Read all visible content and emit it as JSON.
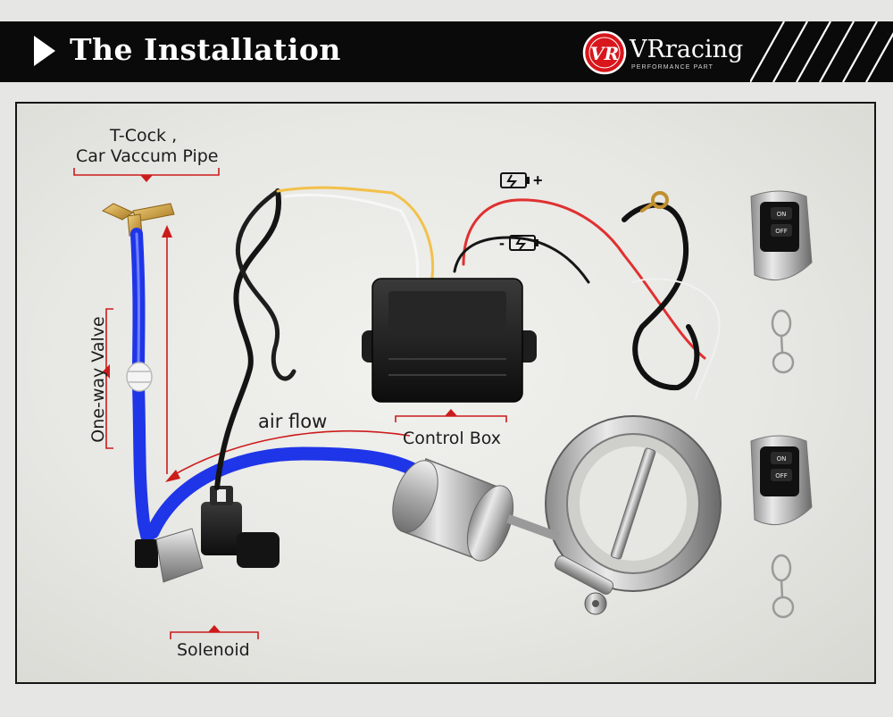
{
  "header": {
    "title": "The Installation",
    "logo_monogram": "VR",
    "logo_text": "VRracing",
    "logo_subtext": "PERFORMANCE PART"
  },
  "labels": {
    "t_cock_line1": "T-Cock ,",
    "t_cock_line2": "Car Vaccum Pipe",
    "one_way_valve": "One-way Valve",
    "air_flow": "air flow",
    "control_box": "Control Box",
    "solenoid": "Solenoid",
    "battery_plus": "+",
    "battery_minus": "-"
  },
  "remote": {
    "on_label": "ON",
    "off_label": "OFF"
  },
  "colors": {
    "header_bg": "#0a0a0a",
    "annotation_red": "#cc1b1b",
    "vacuum_hose_blue": "#1f35e8",
    "brass": "#c89a3a",
    "logo_red": "#d8161c"
  }
}
